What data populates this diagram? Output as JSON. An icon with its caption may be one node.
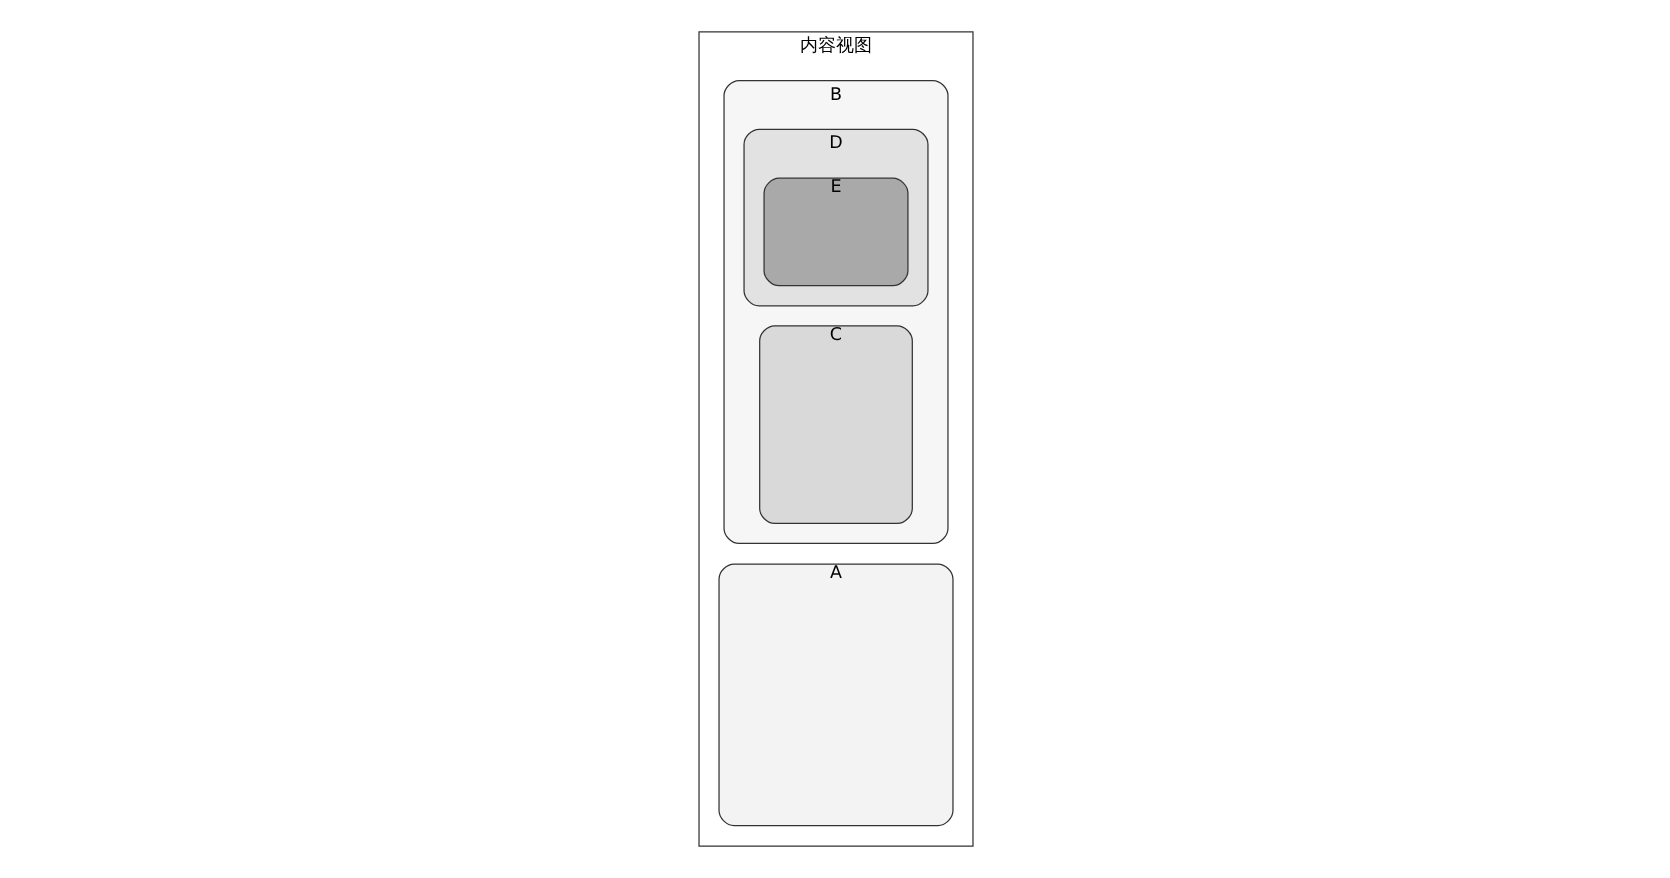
{
  "diagram": {
    "nodes": [
      {
        "text": [
          "内容视图"
        ]
      },
      {
        "text": [
          "A"
        ],
        "in": 0
      },
      {
        "text": [
          "B"
        ],
        "in": 0
      },
      {
        "text": [
          "C"
        ],
        "in": 2
      },
      {
        "text": [
          "D"
        ],
        "in": 2
      },
      {
        "text": [
          "E"
        ],
        "in": 4
      }
    ]
  }
}
